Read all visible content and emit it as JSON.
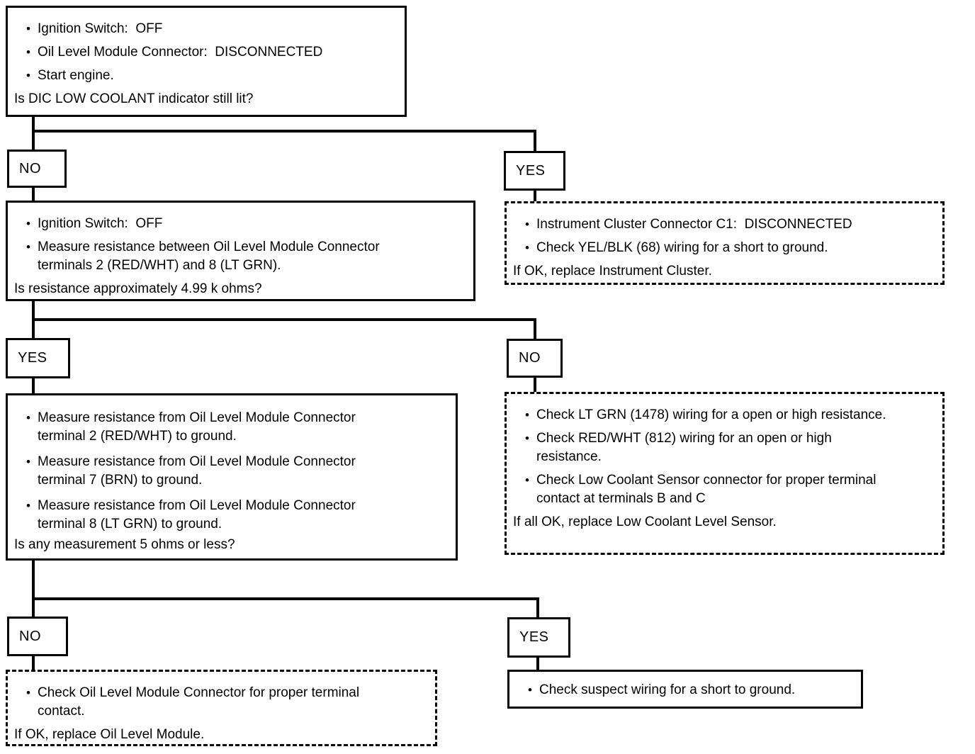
{
  "glyphs": {
    "bullet": "•"
  },
  "branch_labels": {
    "level1_left": "NO",
    "level1_right": "YES",
    "level2_left": "YES",
    "level2_right": "NO",
    "level3_left": "NO",
    "level3_right": "YES"
  },
  "steps": {
    "start": {
      "bullets": [
        "Ignition Switch:  OFF",
        "Oil Level Module Connector:  DISCONNECTED",
        "Start engine."
      ],
      "question": "Is DIC LOW COOLANT indicator still lit?"
    },
    "resistance_check": {
      "bullets": [
        "Ignition Switch:  OFF",
        "Measure resistance between Oil Level Module Connector\nterminals 2 (RED/WHT) and 8 (LT GRN)."
      ],
      "question": "Is resistance approximately 4.99 k ohms?"
    },
    "instrument_cluster": {
      "bullets": [
        "Instrument Cluster Connector C1:  DISCONNECTED",
        "Check YEL/BLK (68) wiring for a short to ground."
      ],
      "closing": "If OK, replace Instrument Cluster."
    },
    "ground_checks": {
      "bullets": [
        "Measure resistance from Oil Level Module Connector\nterminal 2 (RED/WHT) to ground.",
        "Measure resistance from Oil Level Module Connector\nterminal 7 (BRN) to ground.",
        "Measure resistance from Oil Level Module Connector\nterminal 8 (LT GRN) to ground."
      ],
      "question": "Is any measurement 5 ohms or less?"
    },
    "wiring_checks": {
      "bullets": [
        "Check LT GRN (1478) wiring for a open or high resistance.",
        "Check RED/WHT (812) wiring for an open or high\nresistance.",
        "Check Low Coolant Sensor connector for proper terminal\ncontact at terminals B and C"
      ],
      "closing": "If all OK, replace Low Coolant Level Sensor."
    },
    "module_connector": {
      "bullets": [
        "Check Oil Level Module Connector for proper terminal\ncontact."
      ],
      "closing": "If OK, replace Oil Level Module."
    },
    "suspect_wiring": {
      "bullets": [
        "Check suspect wiring for a short to ground."
      ]
    }
  }
}
